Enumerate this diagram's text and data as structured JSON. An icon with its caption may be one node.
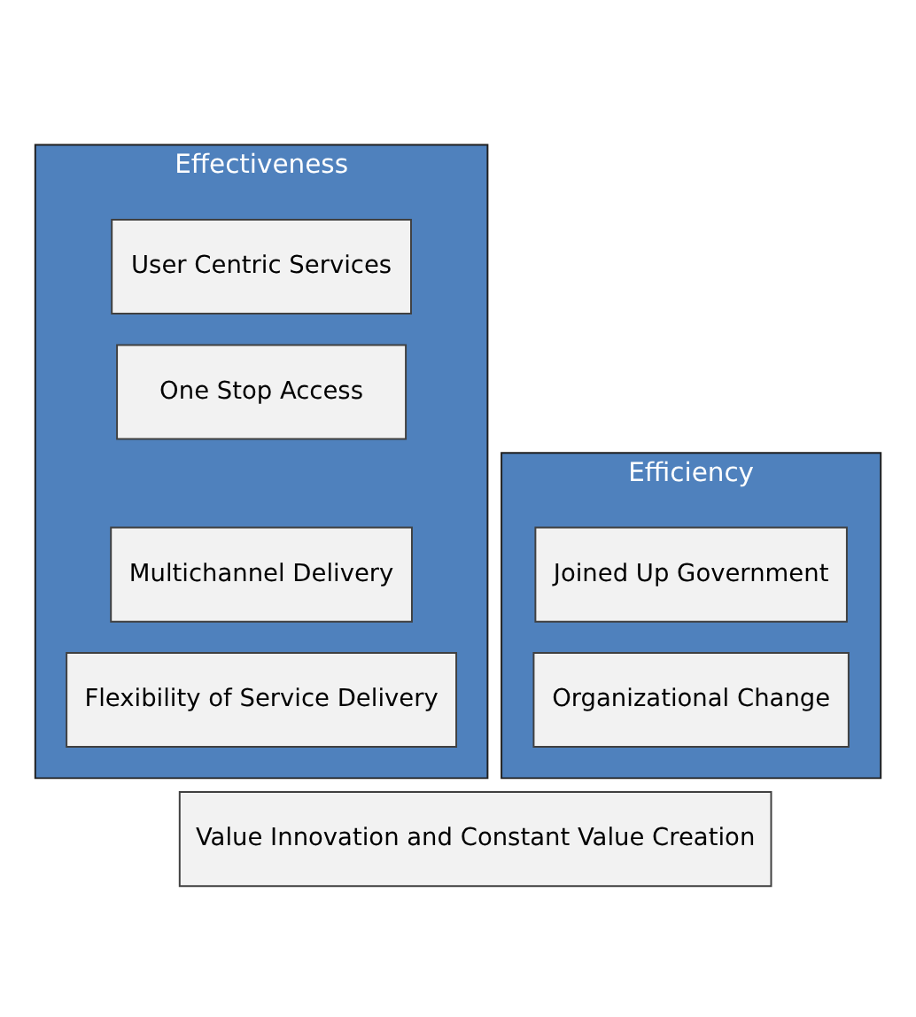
{
  "diagram": {
    "nodes": [
      {
        "text": [
          "Effectiveness"
        ]
      },
      {
        "text": [
          "Efficiency"
        ]
      },
      {
        "text": [
          "User Centric Services"
        ],
        "in": 0
      },
      {
        "text": [
          "Joined Up Government"
        ],
        "in": 1
      },
      {
        "text": [
          "One Stop Access"
        ],
        "in": 0
      },
      {
        "text": [
          "Organizational Change"
        ],
        "in": 1
      },
      {
        "text": [
          "Multichannel Delivery"
        ],
        "in": 0
      },
      {
        "text": [
          "Flexibility of Service Delivery"
        ],
        "in": 0
      },
      {
        "text": [
          "Value Innovation and Constant Value Creation"
        ]
      }
    ]
  }
}
